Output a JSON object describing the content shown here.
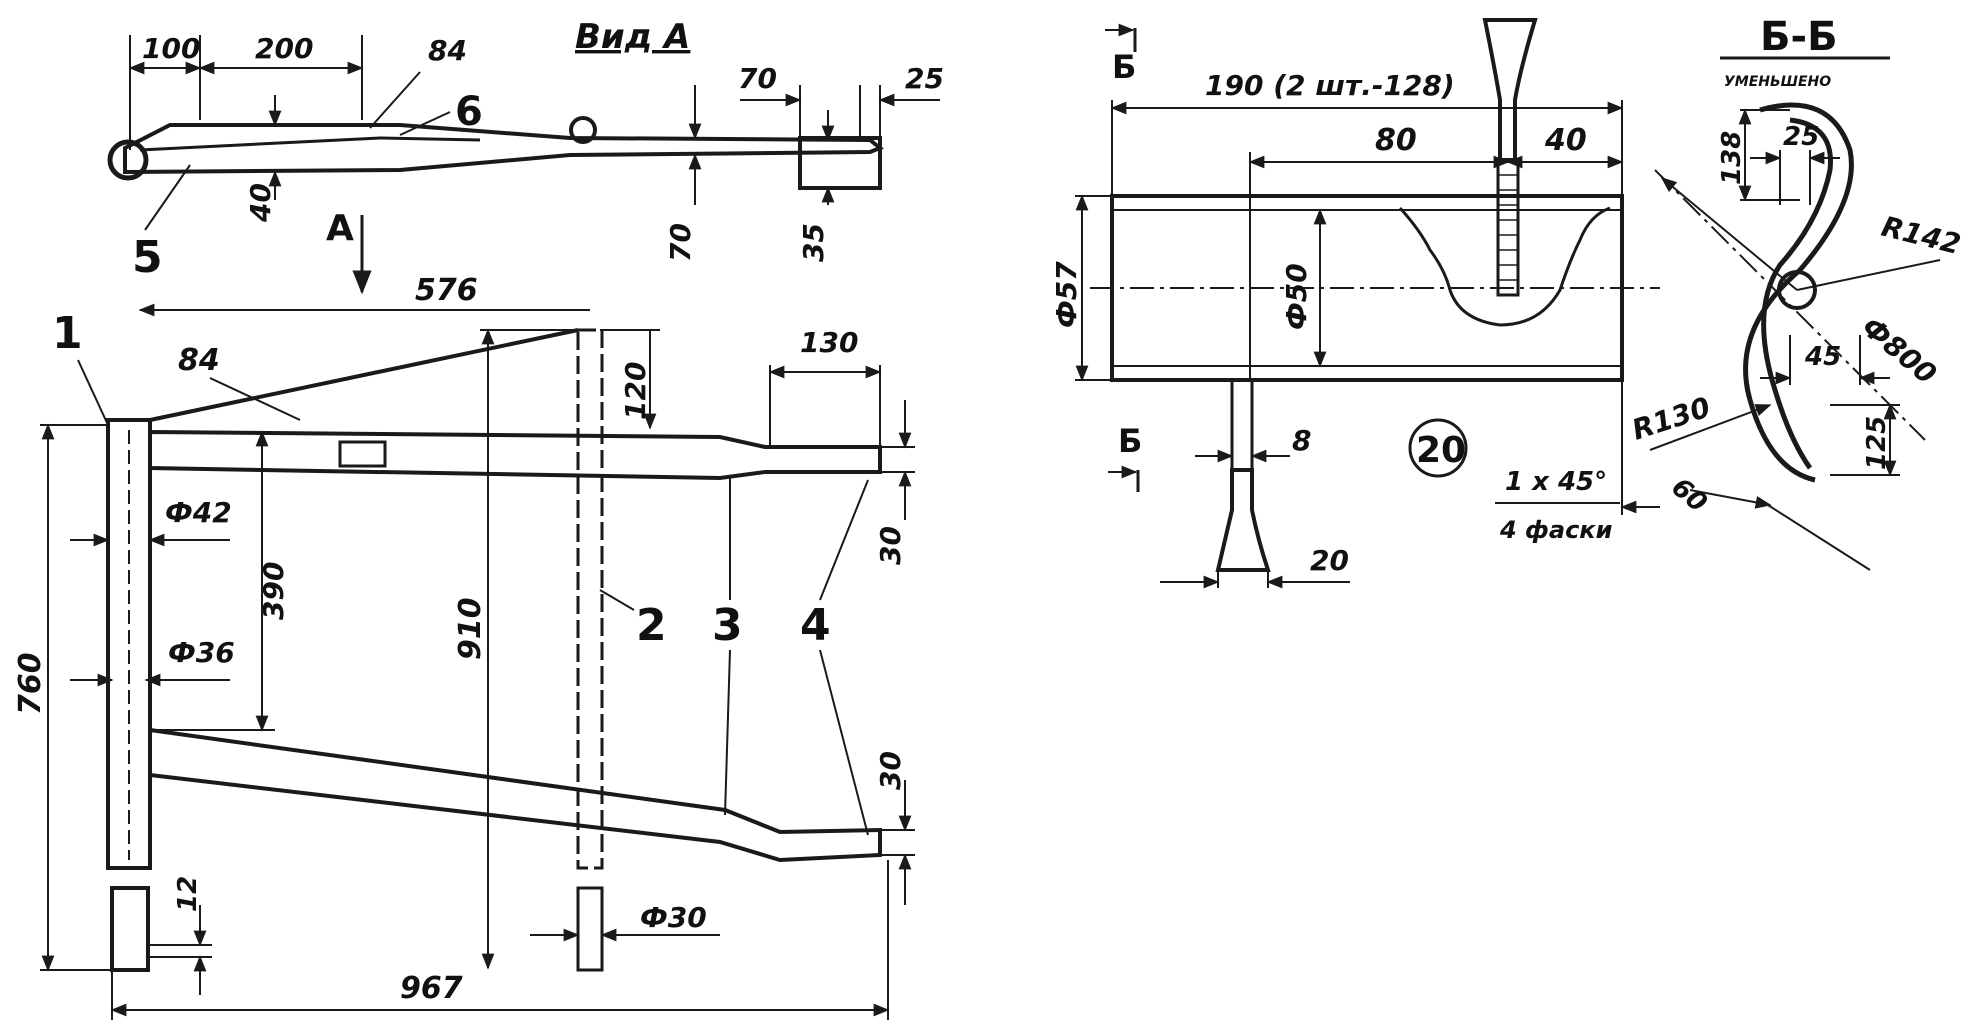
{
  "title_view_a": "Вид А",
  "title_section": "Б-Б",
  "section_subtitle": "уменьшено",
  "detail_number": "20",
  "view_arrow_a": "А",
  "section_mark_b": "Б",
  "parts": [
    "1",
    "2",
    "3",
    "4",
    "5",
    "6"
  ],
  "dims_view_a": {
    "d100": "100",
    "d200": "200",
    "d84": "84",
    "d70": "70",
    "d25": "25",
    "d40": "40",
    "d70b": "70",
    "d35": "35"
  },
  "dims_plan": {
    "d576": "576",
    "d84": "84",
    "d120": "120",
    "d130": "130",
    "phi42": "Ф42",
    "phi36": "Ф36",
    "d390": "390",
    "d910": "910",
    "d760": "760",
    "d30a": "30",
    "d30b": "30",
    "d12": "12",
    "phi30": "Ф30",
    "d967": "967"
  },
  "dims_detail": {
    "d190": "190 (2 шт.-128)",
    "d80": "80",
    "d40": "40",
    "phi57": "Ф57",
    "phi50": "Ф50",
    "d8": "8",
    "d20": "20",
    "chamfer": "1 х 45°",
    "chamfer_note": "4 фаски"
  },
  "dims_section": {
    "d138": "138",
    "d25": "25",
    "r142": "R142",
    "d45": "45",
    "phi800": "Ф800",
    "r130": "R130",
    "d60": "60",
    "d125": "125"
  }
}
